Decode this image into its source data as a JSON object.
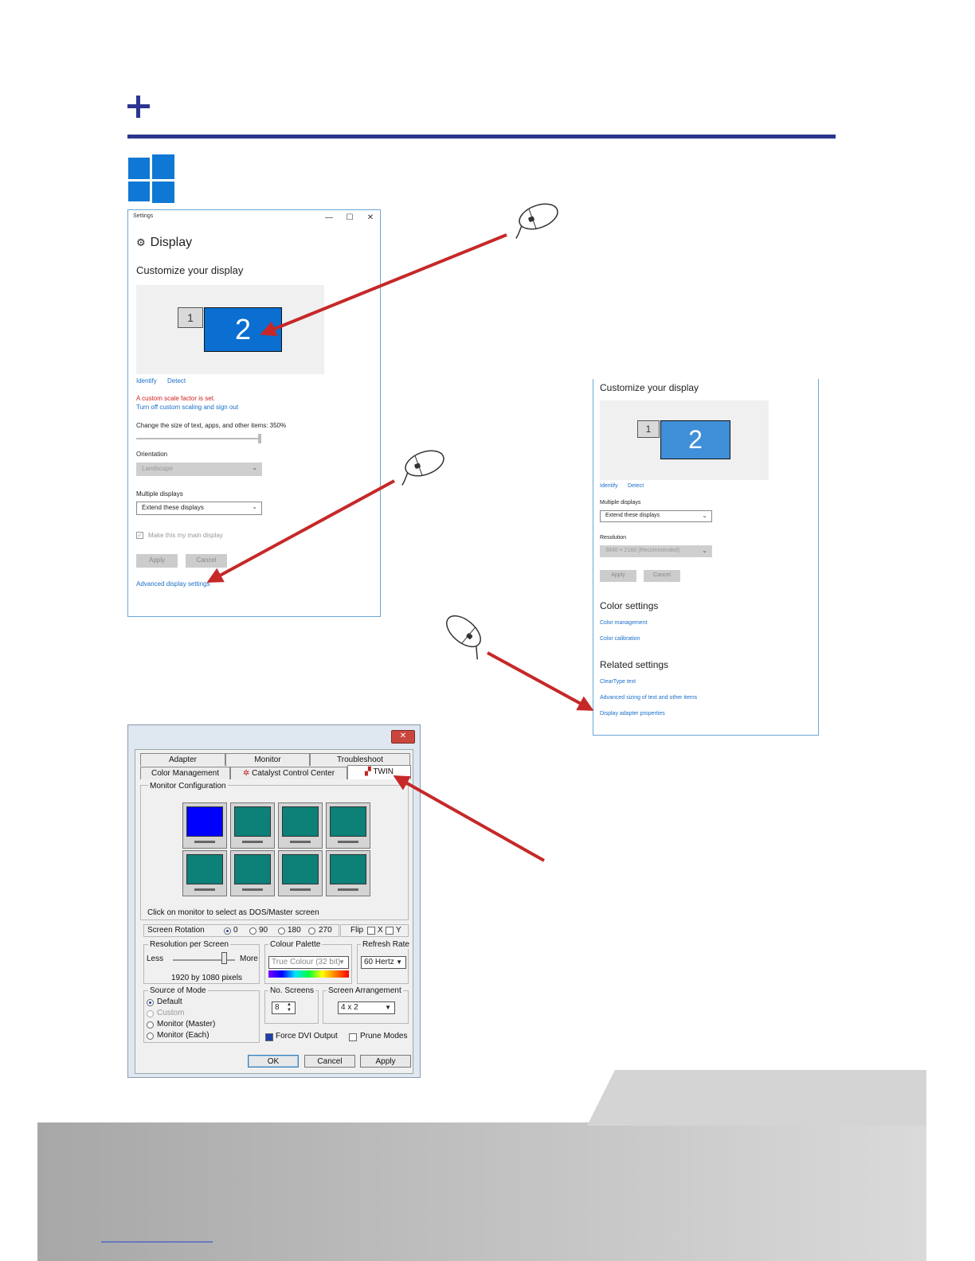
{
  "settings_window": {
    "titlebar": "Settings",
    "controls": {
      "min": "—",
      "max": "☐",
      "close": "✕"
    },
    "page_title": "Display",
    "heading": "Customize your display",
    "monitor_1": "1",
    "monitor_2": "2",
    "identify": "Identify",
    "detect": "Detect",
    "scale_warning": "A custom scale factor is set.",
    "scale_link": "Turn off custom scaling and sign out",
    "size_label": "Change the size of text, apps, and other items: 350%",
    "orientation_label": "Orientation",
    "orientation_value": "Landscape",
    "multiple_label": "Multiple displays",
    "multiple_value": "Extend these displays",
    "main_display": "Make this my main display",
    "apply": "Apply",
    "cancel": "Cancel",
    "advanced_link": "Advanced display settings"
  },
  "advanced_panel": {
    "heading": "Customize your display",
    "monitor_1": "1",
    "monitor_2": "2",
    "identify": "Identify",
    "detect": "Detect",
    "multiple_label": "Multiple displays",
    "multiple_value": "Extend these displays",
    "resolution_label": "Resolution",
    "resolution_value": "3840 × 2160 (Recommended)",
    "apply": "Apply",
    "cancel": "Cancel",
    "color_heading": "Color settings",
    "color_management": "Color management",
    "color_calibration": "Color calibration",
    "related_heading": "Related settings",
    "cleartype": "ClearType text",
    "advanced_sizing": "Advanced sizing of text and other items",
    "adapter_props": "Display adapter properties"
  },
  "twin_dialog": {
    "close": "✕",
    "tabs_row1": [
      "Adapter",
      "Monitor",
      "Troubleshoot"
    ],
    "tabs_row2": [
      "Color Management",
      "Catalyst Control Center",
      "TWIN"
    ],
    "monitor_config": "Monitor Configuration",
    "click_hint": "Click on monitor to select as DOS/Master screen",
    "screen_rotation": "Screen Rotation",
    "rotations": [
      "0",
      "90",
      "180",
      "270"
    ],
    "flip": "Flip",
    "flip_x": "X",
    "flip_y": "Y",
    "resolution_title": "Resolution per Screen",
    "less": "Less",
    "more": "More",
    "resolution_value": "1920 by 1080 pixels",
    "palette_title": "Colour Palette",
    "palette_value": "True Colour (32 bit)",
    "refresh_title": "Refresh Rate",
    "refresh_value": "60 Hertz",
    "mode_title": "Source of Mode",
    "modes": [
      "Default",
      "Custom",
      "Monitor (Master)",
      "Monitor (Each)"
    ],
    "screens_title": "No. Screens",
    "screens_value": "8",
    "arrangement_title": "Screen Arrangement",
    "arrangement_value": "4 x 2",
    "force_dvi": "Force DVI Output",
    "prune": "Prune Modes",
    "ok": "OK",
    "cancel": "Cancel",
    "apply": "Apply"
  },
  "colors": {
    "brand_navy": "#2b3590",
    "windows_blue": "#0f78d4",
    "arrow_red": "#c62828",
    "monitor_teal": "#0d8078",
    "selected_monitor": "#0000ff"
  }
}
